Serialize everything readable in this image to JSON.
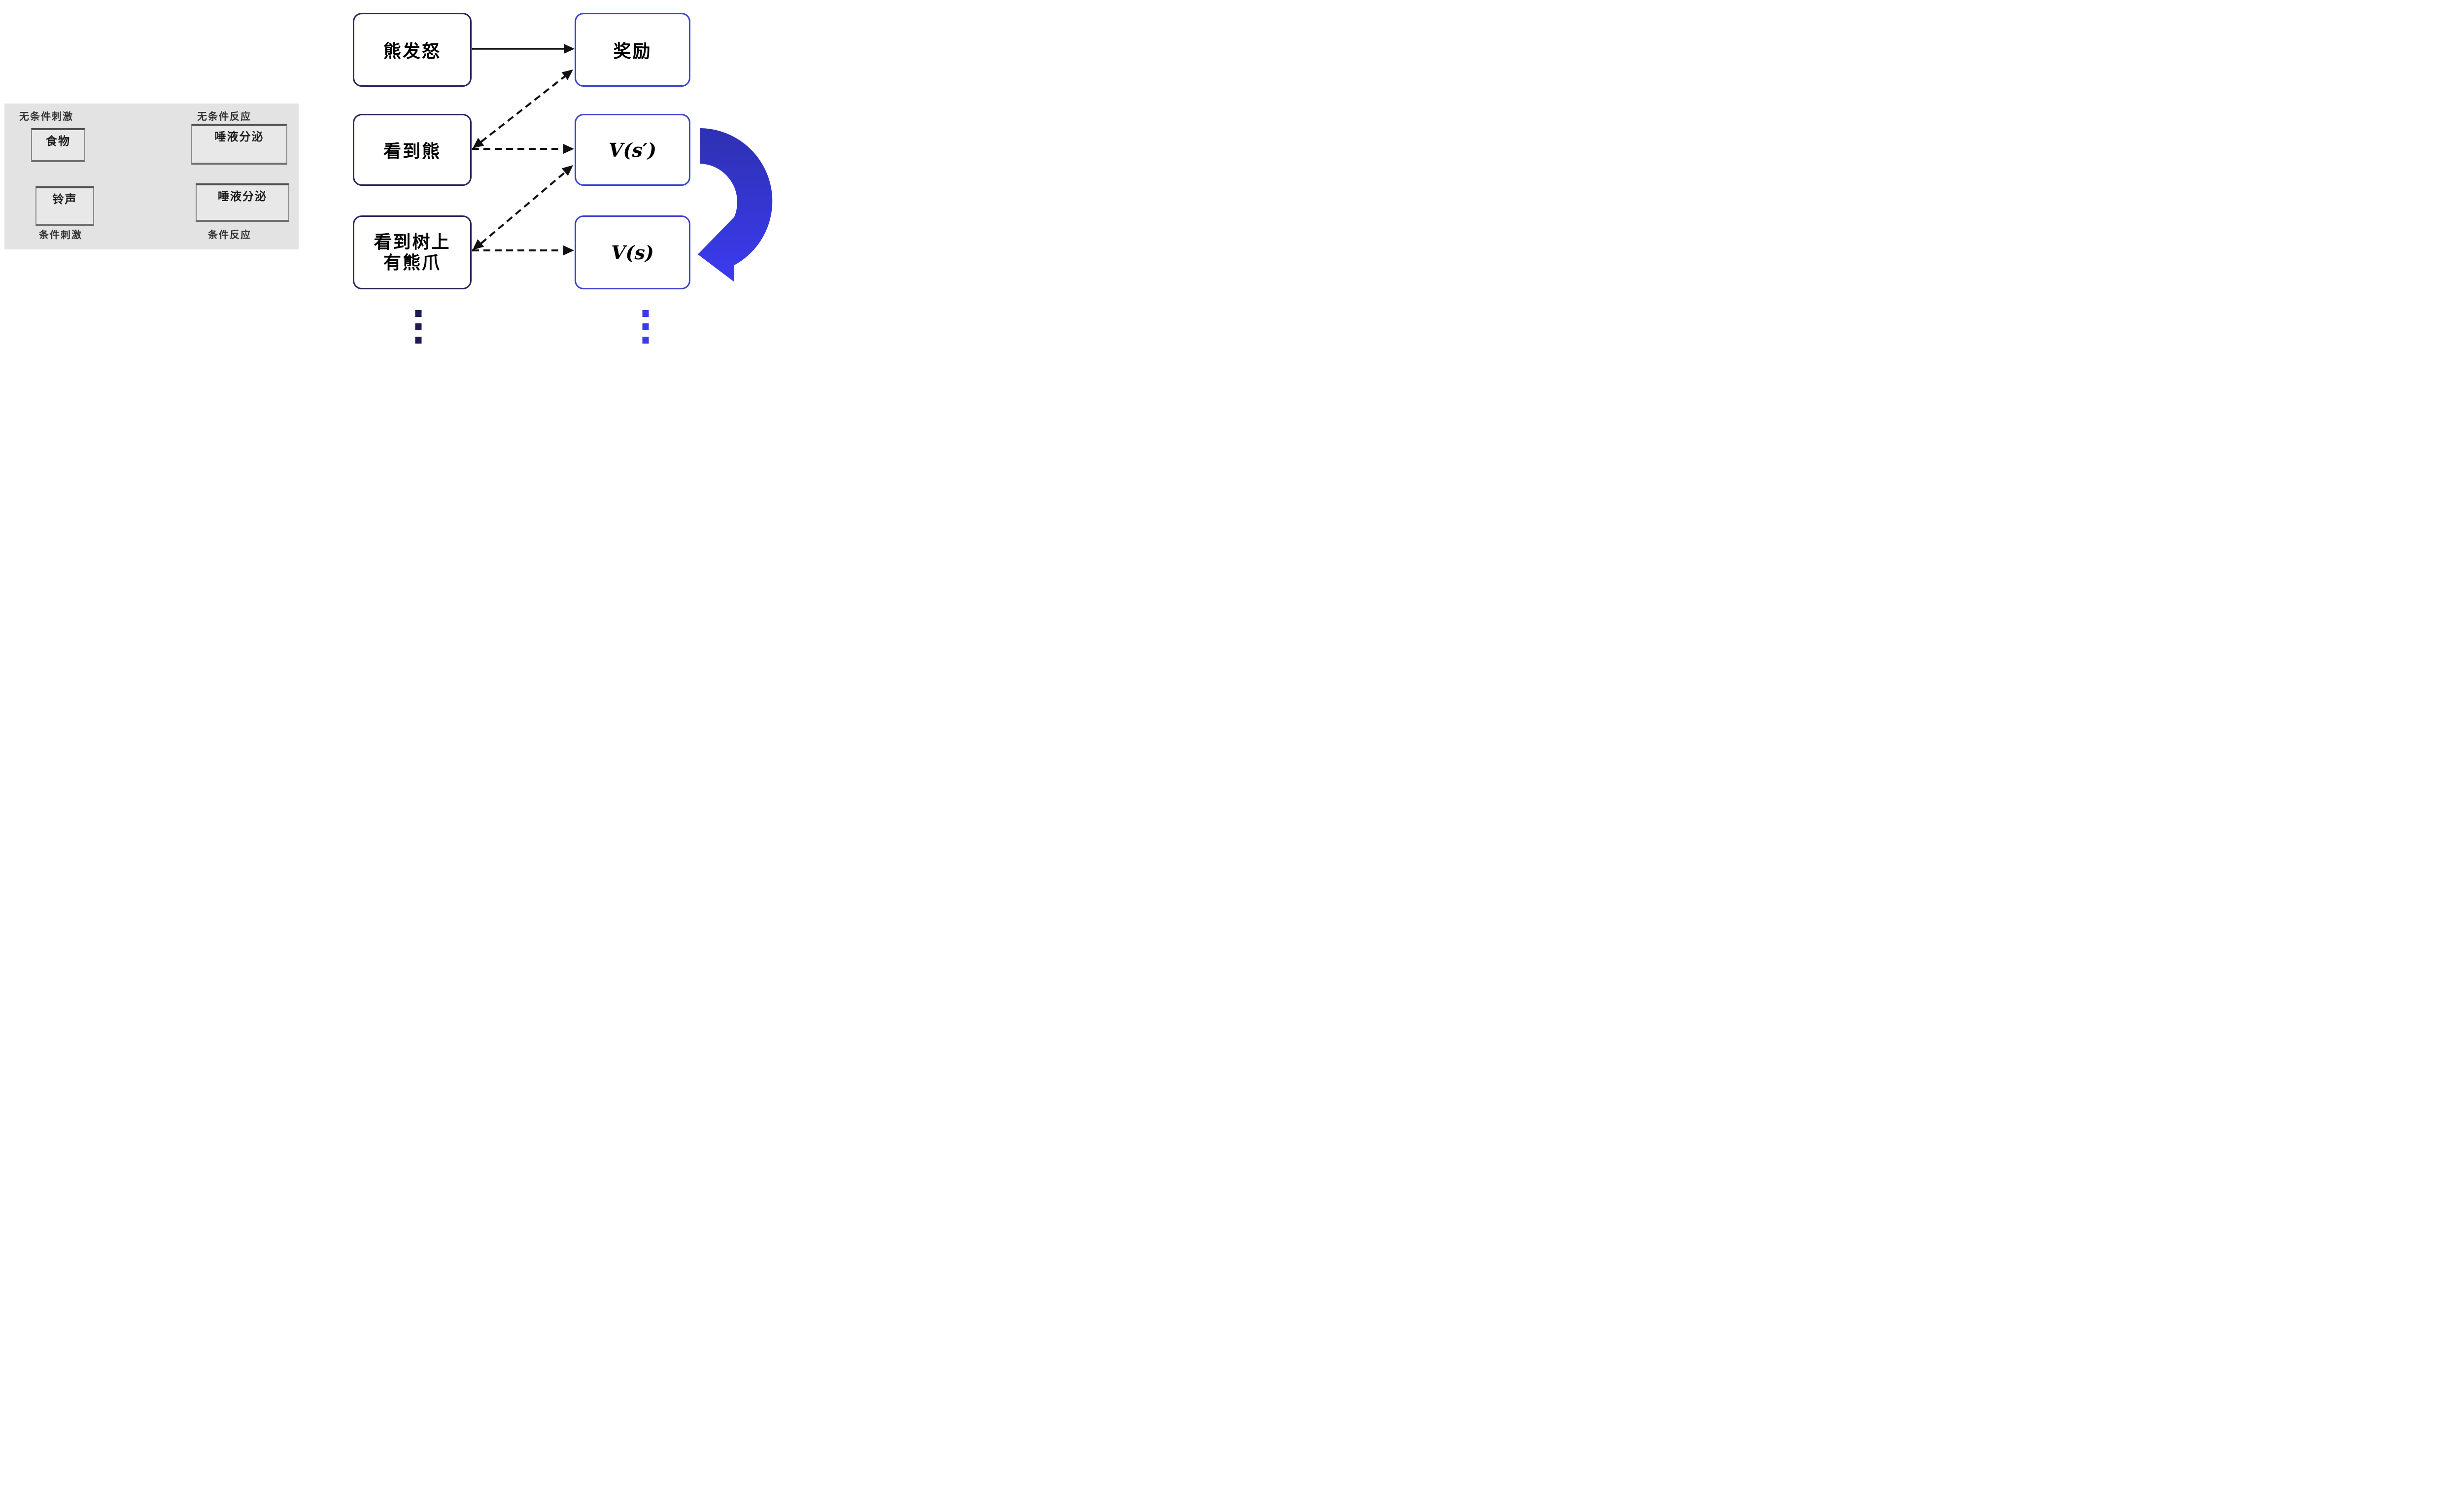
{
  "classical_conditioning_panel": {
    "labels": {
      "unconditioned_stimulus": "无条件刺激",
      "unconditioned_response": "无条件反应",
      "conditioned_stimulus": "条件刺激",
      "conditioned_response": "条件反应"
    },
    "boxes": {
      "food": "食物",
      "salivation_top": "唾液分泌",
      "bell": "铃声",
      "salivation_bottom": "唾液分泌"
    }
  },
  "td_learning_diagram": {
    "state_boxes": {
      "bear_angry": "熊发怒",
      "see_bear": "看到熊",
      "see_claw_line1": "看到树上",
      "see_claw_line2": "有熊爪"
    },
    "value_boxes": {
      "reward": "奖励",
      "next_state_value": "V(s′)",
      "current_state_value": "V(s)"
    }
  },
  "colors": {
    "panel_bg": "#e3e3e3",
    "panel_text": "#333333",
    "state_border": "#29235c",
    "value_border": "#3d43d0",
    "arrow": "#111111",
    "panel_arrow": "#555555",
    "ellipsis_left": "#1e1b52",
    "ellipsis_right": "#3a3ae8",
    "ribbon_top": "#2e31b2",
    "ribbon_bottom": "#3b3bf0"
  }
}
